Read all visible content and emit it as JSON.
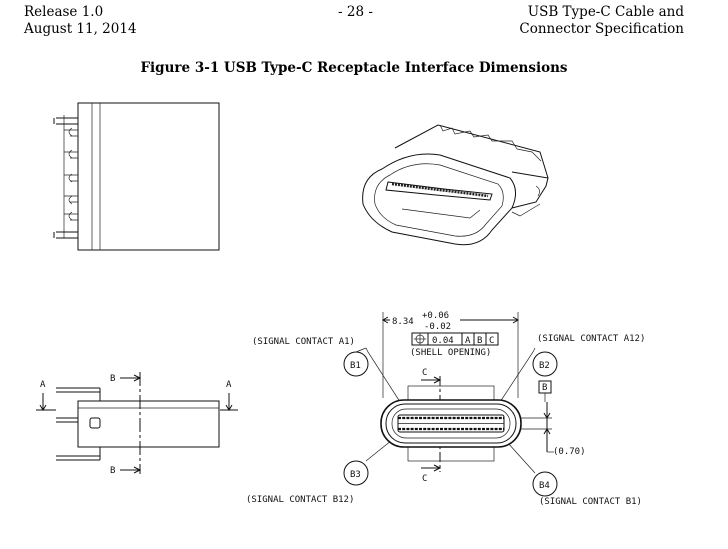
{
  "header": {
    "left_line1": "Release 1.0",
    "left_line2": "August 11, 2014",
    "center": "- 28 -",
    "right_line1": "USB Type-C Cable and",
    "right_line2": "Connector Specification"
  },
  "caption": "Figure 3-1  USB Type-C Receptacle Interface Dimensions",
  "drawing": {
    "width_main": "8.34",
    "tol_plus": "+0.06",
    "tol_minus": "-0.02",
    "fcf_tol": "0.04",
    "datum_a": "A",
    "datum_b": "B",
    "datum_c": "C",
    "shell_opening": "(SHELL OPENING)",
    "dim_070": "(0.70)",
    "sig_a1": "(SIGNAL CONTACT A1)",
    "sig_a12": "(SIGNAL CONTACT A12)",
    "sig_b12": "(SIGNAL CONTACT B12)",
    "sig_b1": "(SIGNAL CONTACT B1)",
    "bubble_b1": "B1",
    "bubble_b2": "B2",
    "bubble_b3": "B3",
    "bubble_b4": "B4",
    "section_b": "B",
    "section_c": "C",
    "label_a": "A",
    "datum_b_box": "B"
  }
}
